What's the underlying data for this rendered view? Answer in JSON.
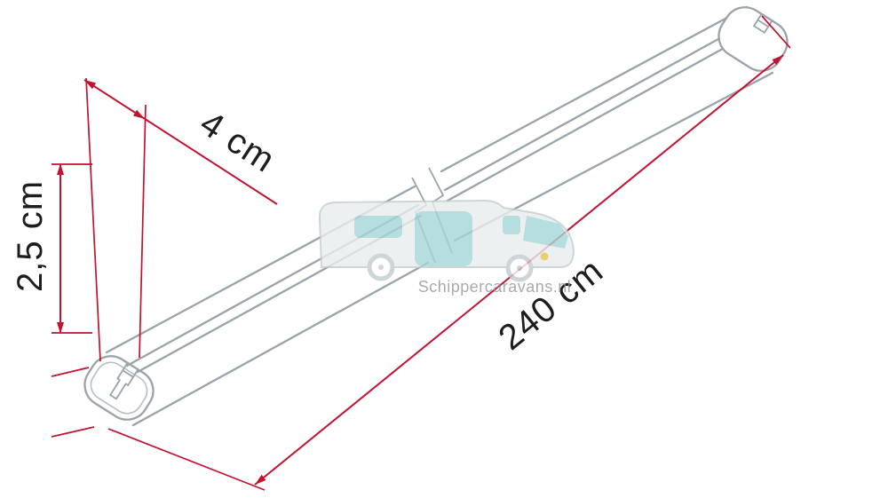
{
  "labels": {
    "width": "4 cm",
    "height": "2,5 cm",
    "length": "240 cm"
  },
  "watermark": {
    "text": "Schippercaravans.nl"
  },
  "colors": {
    "dimension": "#c01330",
    "label": "#1d1d1b",
    "rail": "#9aa3a9",
    "rail_light": "#b6bec3",
    "teal": "#a6d6d6",
    "body_gray": "#e9edee",
    "body_stroke": "#c3cbd0",
    "watermark_text": "#8f989e",
    "hub_yellow": "#e6c44d"
  }
}
